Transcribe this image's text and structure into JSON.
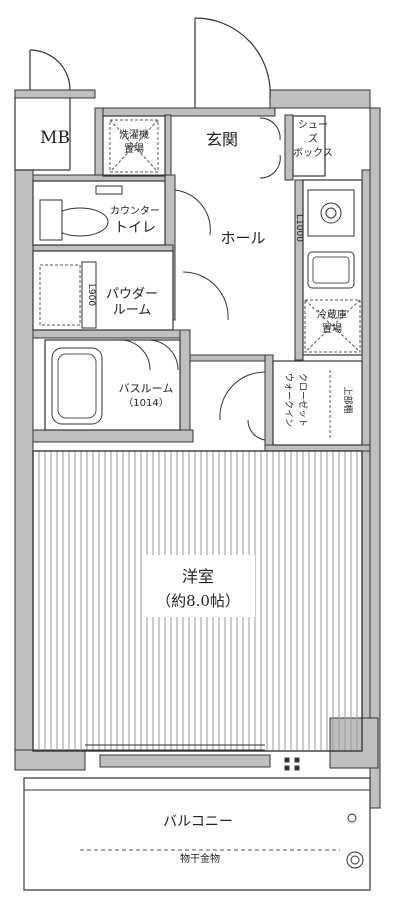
{
  "rooms": {
    "entrance": "玄関",
    "hall": "ホール",
    "mb": "MB",
    "shoe_box": [
      "シュー",
      "ズ",
      "ボックス"
    ],
    "washer": [
      "洗濯機",
      "置場"
    ],
    "fridge": [
      "冷蔵庫",
      "置場"
    ],
    "counter": "カウンター",
    "toilet": "トイレ",
    "powder": [
      "パウダー",
      "ルーム"
    ],
    "bath": "バスルーム",
    "bath_size": "（1014）",
    "closet": [
      "ウォークイン",
      "クローゼット"
    ],
    "closet_note": "上部棚",
    "western": "洋室",
    "western_size": "（約8.0帖）",
    "balcony": "バルコニー",
    "drying": "物干金物",
    "upper_shelf": "上部棚",
    "washbasin": "L900",
    "cabinet_note": "L1000"
  },
  "colors": {
    "wall": "#bfbfbf",
    "line": "#333333",
    "hatch": "#9a9a9a",
    "background": "#ffffff"
  }
}
